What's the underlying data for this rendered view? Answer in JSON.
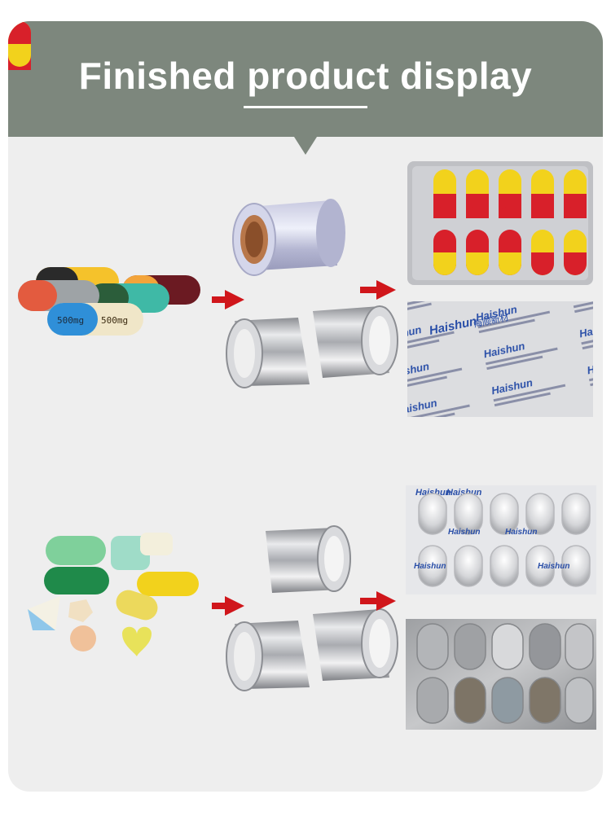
{
  "header": {
    "title": "Finished product display"
  },
  "section1": {
    "capsule_label_a": "500mg",
    "capsule_label_b": "500mg"
  },
  "foil_brand": {
    "latin": "Haishun",
    "chinese": "海顺新材"
  },
  "colors": {
    "header_bg": "#7d877d",
    "card_bg": "#eeeeee",
    "arrow_red": "#d0161b",
    "capsule_red": "#d8202a",
    "capsule_yellow": "#f2d21c",
    "brand_blue": "#2a4fa8"
  },
  "icons": [
    "arrow-right-icon"
  ]
}
